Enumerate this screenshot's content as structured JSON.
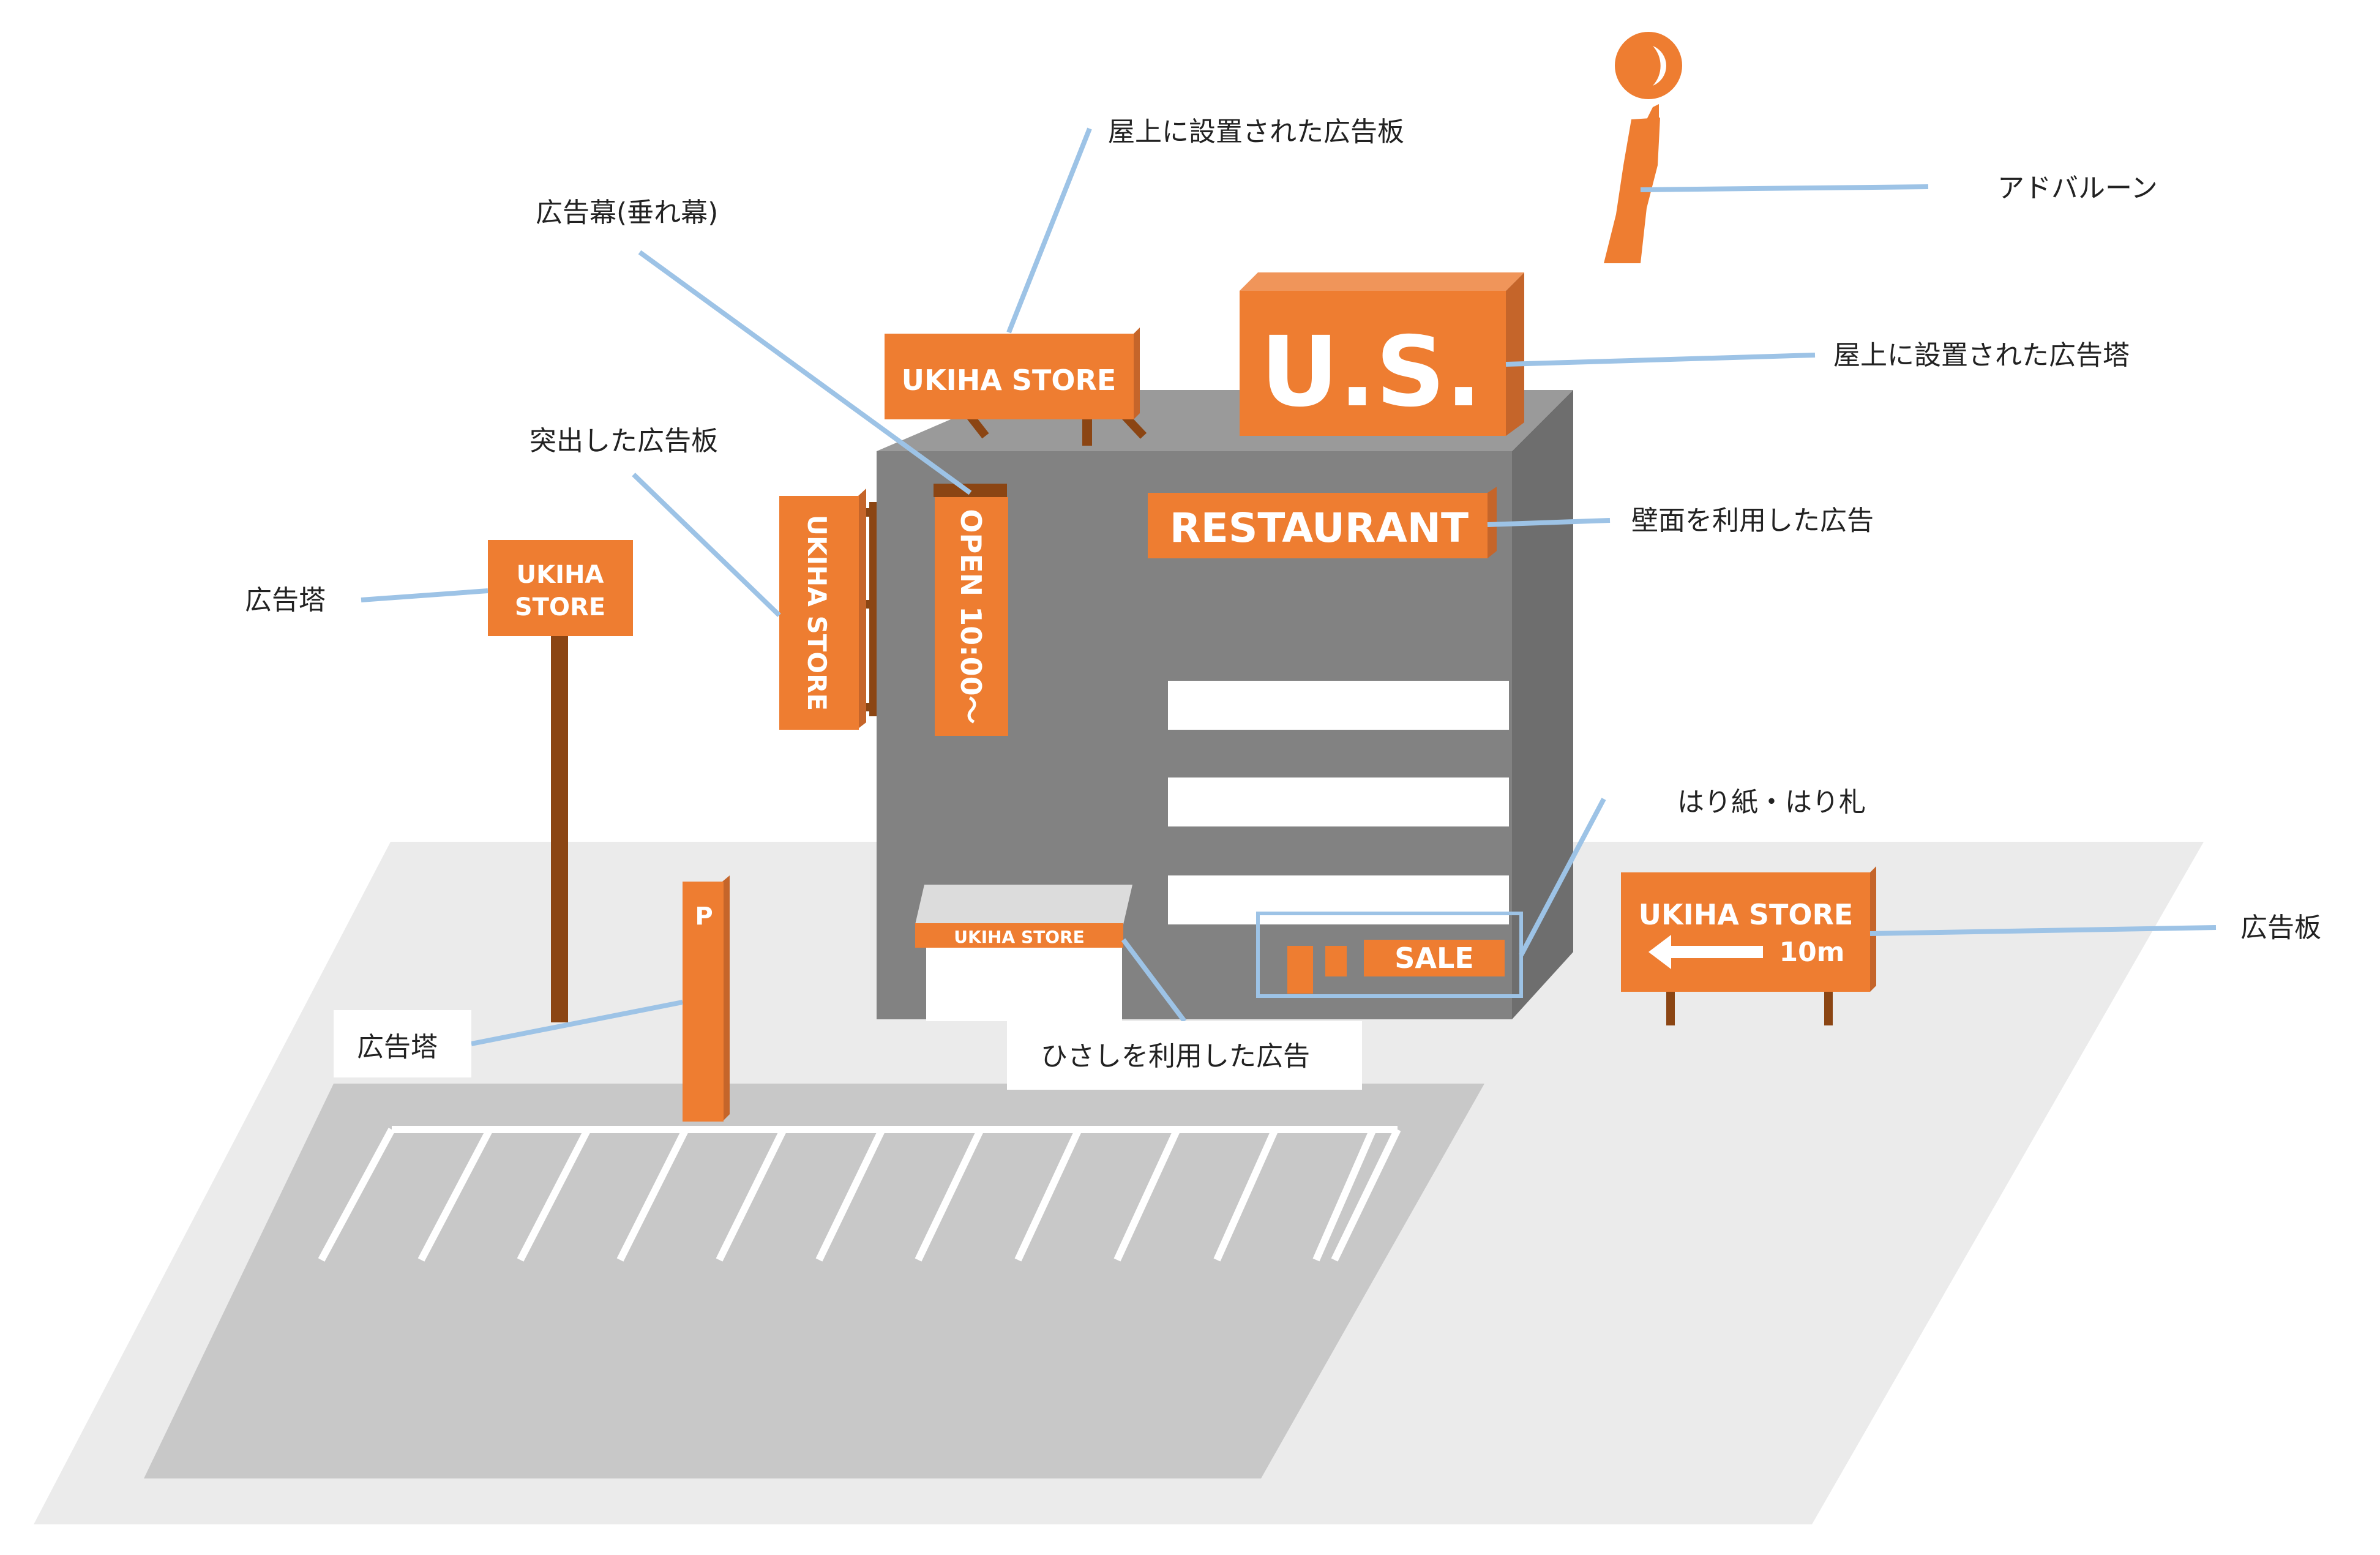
{
  "colors": {
    "ground": "#ebebeb",
    "parking": "#c8c8c8",
    "building_front": "#828282",
    "building_side": "#6e6e6e",
    "building_top": "#9a9a9a",
    "sign": "#ee7d31",
    "sign_side": "#c5652a",
    "post": "#8b4513",
    "leader": "#9dc3e6",
    "label_text": "#222222"
  },
  "signs": {
    "pole_sign_line1": "UKIHA",
    "pole_sign_line2": "STORE",
    "projecting_sign": "UKIHA STORE",
    "banner": "OPEN 10:00～",
    "rooftop_board": "UKIHA STORE",
    "rooftop_tower": "U.S.",
    "wall_sign": "RESTAURANT",
    "parking_pole": "P",
    "awning": "UKIHA STORE",
    "sale": "SALE",
    "board_line1": "UKIHA STORE",
    "board_distance": "10m"
  },
  "labels": {
    "rooftop_board": "屋上に設置された広告板",
    "banner": "広告幕(垂れ幕)",
    "ad_balloon": "アドバルーン",
    "rooftop_tower": "屋上に設置された広告塔",
    "projecting_sign": "突出した広告板",
    "wall_sign": "壁面を利用した広告",
    "pole_sign": "広告塔",
    "poster": "はり紙・はり札",
    "board": "広告板",
    "parking_pole": "広告塔",
    "awning": "ひさしを利用した広告"
  }
}
